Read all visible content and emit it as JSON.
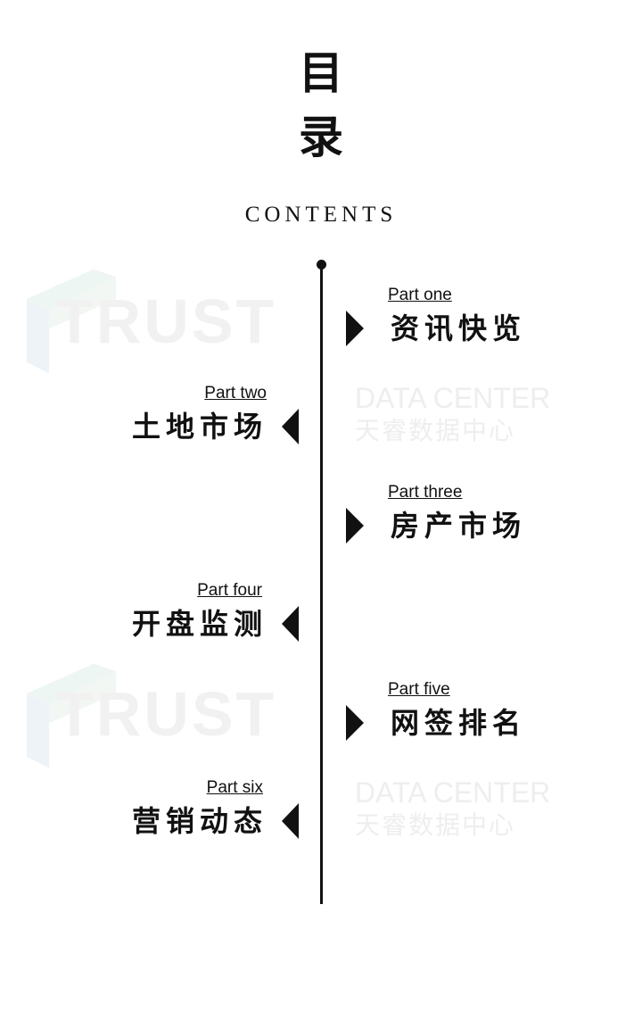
{
  "title_chars": [
    "目",
    "录"
  ],
  "subtitle": "CONTENTS",
  "watermark": {
    "brand": "TRUST",
    "en": "DATA CENTER",
    "cn": "天睿数据中心",
    "color": "#eeeeee"
  },
  "items": [
    {
      "label": "Part one",
      "name": "资讯快览",
      "side": "right"
    },
    {
      "label": "Part two",
      "name": "土地市场",
      "side": "left"
    },
    {
      "label": "Part three",
      "name": "房产市场",
      "side": "right"
    },
    {
      "label": "Part four",
      "name": "开盘监测",
      "side": "left"
    },
    {
      "label": "Part five",
      "name": "网签排名",
      "side": "right"
    },
    {
      "label": "Part six",
      "name": "营销动态",
      "side": "left"
    }
  ]
}
